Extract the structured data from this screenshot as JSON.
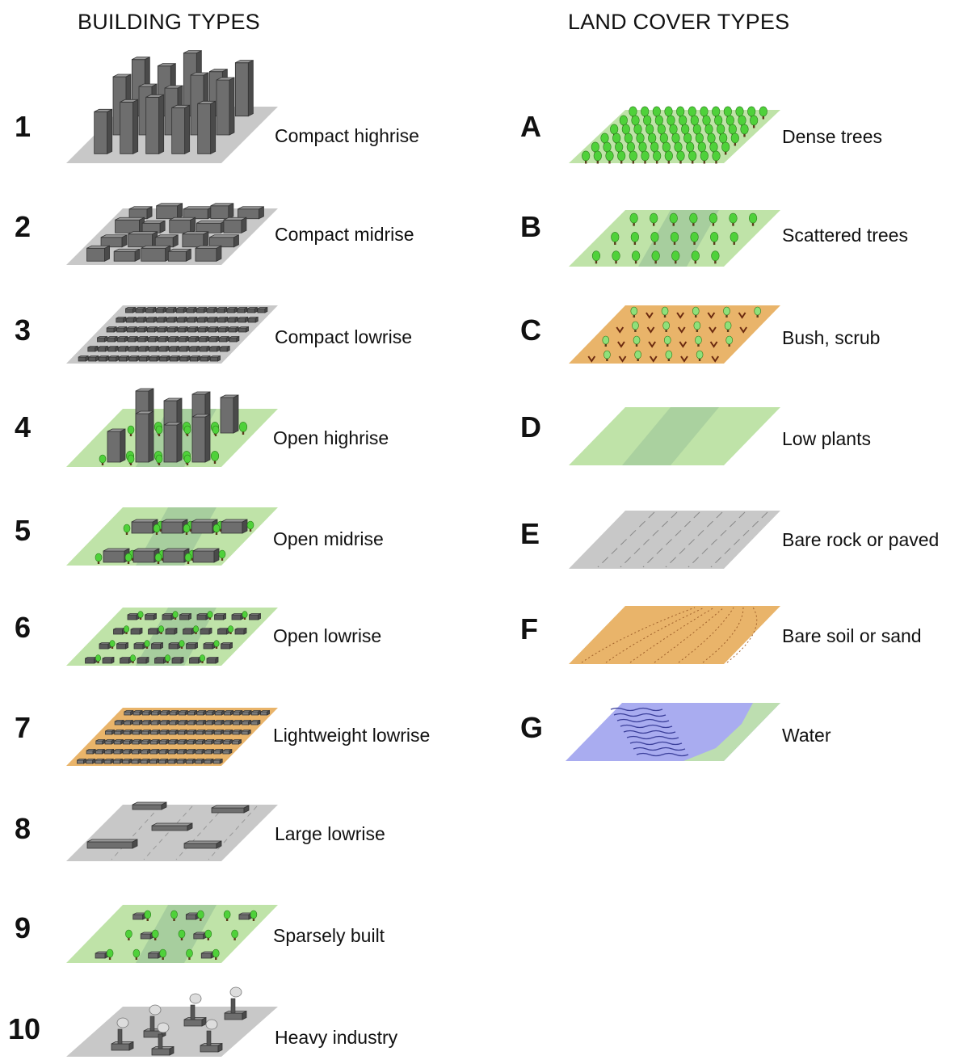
{
  "headings": {
    "building": "BUILDING TYPES",
    "land_cover": "LAND COVER TYPES"
  },
  "building_types": [
    {
      "num": "1",
      "label": "Compact highrise",
      "icon": "compact-highrise-icon"
    },
    {
      "num": "2",
      "label": "Compact midrise",
      "icon": "compact-midrise-icon"
    },
    {
      "num": "3",
      "label": "Compact lowrise",
      "icon": "compact-lowrise-icon"
    },
    {
      "num": "4",
      "label": "Open highrise",
      "icon": "open-highrise-icon"
    },
    {
      "num": "5",
      "label": "Open midrise",
      "icon": "open-midrise-icon"
    },
    {
      "num": "6",
      "label": "Open lowrise",
      "icon": "open-lowrise-icon"
    },
    {
      "num": "7",
      "label": "Lightweight lowrise",
      "icon": "lightweight-lowrise-icon"
    },
    {
      "num": "8",
      "label": "Large lowrise",
      "icon": "large-lowrise-icon"
    },
    {
      "num": "9",
      "label": "Sparsely built",
      "icon": "sparsely-built-icon"
    },
    {
      "num": "10",
      "label": "Heavy industry",
      "icon": "heavy-industry-icon"
    }
  ],
  "land_cover_types": [
    {
      "letter": "A",
      "label": "Dense trees",
      "icon": "dense-trees-icon"
    },
    {
      "letter": "B",
      "label": "Scattered trees",
      "icon": "scattered-trees-icon"
    },
    {
      "letter": "C",
      "label": "Bush, scrub",
      "icon": "bush-scrub-icon"
    },
    {
      "letter": "D",
      "label": "Low plants",
      "icon": "low-plants-icon"
    },
    {
      "letter": "E",
      "label": "Bare rock or paved",
      "icon": "bare-rock-paved-icon"
    },
    {
      "letter": "F",
      "label": "Bare soil or sand",
      "icon": "bare-soil-sand-icon"
    },
    {
      "letter": "G",
      "label": "Water",
      "icon": "water-icon"
    }
  ],
  "colors": {
    "paved": "#c8c8c8",
    "grass": "#bfe3a8",
    "grass_dark": "#9cc49a",
    "soil": "#e9b46a",
    "water": "#a9acf0",
    "building": "#6e6e6e",
    "tree": "#4fd13a"
  }
}
